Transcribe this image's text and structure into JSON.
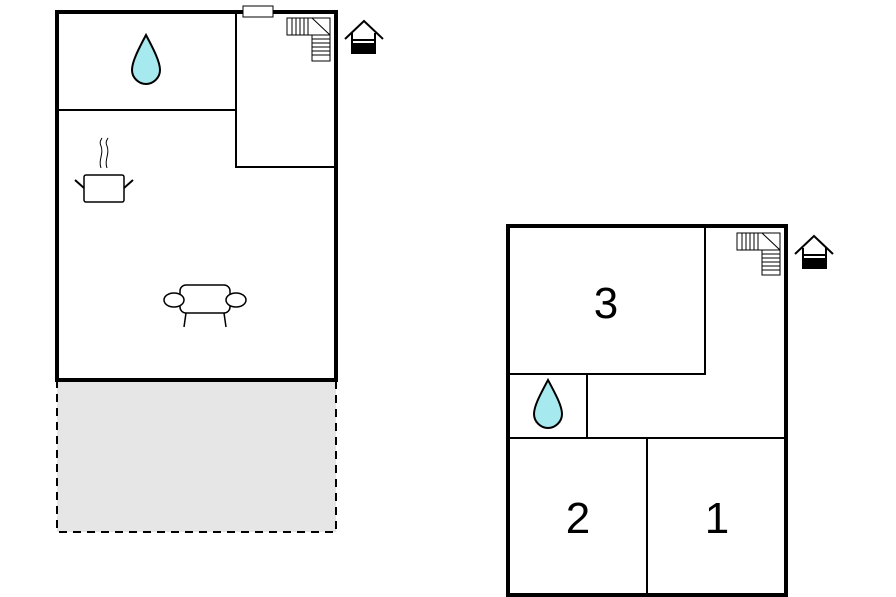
{
  "colors": {
    "water": "#a6eaf0",
    "terrace": "#e6e6e6",
    "wall": "#000000"
  },
  "floor_ground": {
    "icons": [
      "water-drop-icon",
      "stairs-icon",
      "house-entrance-icon",
      "cooking-pot-icon",
      "sofa-icon"
    ]
  },
  "floor_upper": {
    "rooms": [
      {
        "label": "3"
      },
      {
        "label": "2"
      },
      {
        "label": "1"
      }
    ],
    "icons": [
      "water-drop-icon",
      "stairs-icon",
      "house-entrance-icon"
    ]
  }
}
